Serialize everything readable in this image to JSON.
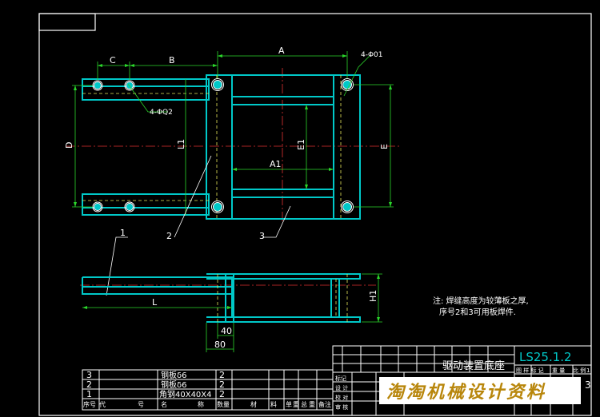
{
  "colors": {
    "background": "#000000",
    "frame": "#ffffff",
    "part_outline": "#00c8c8",
    "dimension": "#2bd62b",
    "centerline": "#e03232",
    "hidden_line": "#e6e65a",
    "note_text": "#ffffff",
    "watermark_text": "#b8860b",
    "watermark_bg": "#ffffff"
  },
  "dimensions": {
    "a": "A",
    "b": "B",
    "c": "C",
    "d": "D",
    "e": "E",
    "a1": "A1",
    "e1": "E1",
    "l": "L",
    "l1": "L1",
    "h1": "H1",
    "hole_large": "4-Φ01",
    "hole_small": "4-ΦQ2",
    "dim_40": "40",
    "dim_80": "80"
  },
  "balloons": [
    "1",
    "2",
    "3"
  ],
  "note": {
    "line1": "注: 焊缝高度为较薄板之厚,",
    "line2": "序号2和3可用板焊件."
  },
  "title_block": {
    "drawing_number": "LS25.1.2",
    "title": "驱动装置底座",
    "small_labels": [
      "图 样 标 记",
      "重 量",
      "比 例"
    ],
    "right_small": "1",
    "stage": "3",
    "rows_left": [
      "标记",
      "设 计",
      "校 对",
      "审 核"
    ]
  },
  "bom": {
    "header": [
      "序号",
      "代",
      "号",
      "名",
      "称",
      "数量",
      "材",
      "料",
      "单",
      "重",
      "总",
      "重",
      "备注"
    ],
    "rows": [
      {
        "no": "3",
        "name": "钢板δ6",
        "qty": "2"
      },
      {
        "no": "2",
        "name": "钢板δ6",
        "qty": "2"
      },
      {
        "no": "1",
        "name": "角钢40X40X4",
        "qty": "2"
      }
    ]
  },
  "watermark": "淘淘机械设计资料"
}
